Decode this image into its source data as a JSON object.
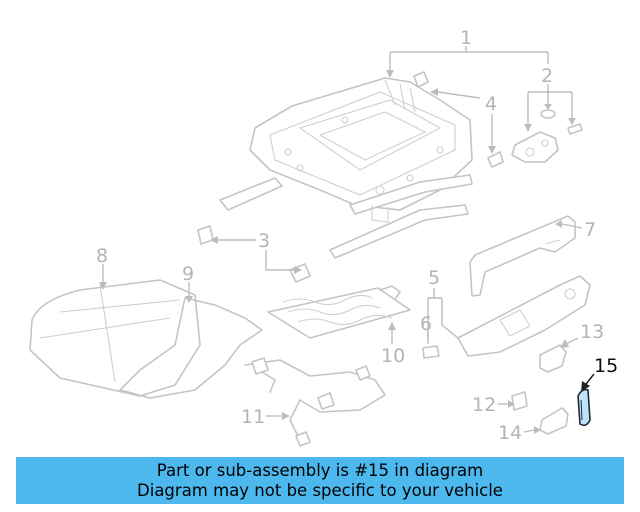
{
  "callouts": {
    "c1": "1",
    "c2": "2",
    "c3": "3",
    "c4": "4",
    "c5": "5",
    "c6": "6",
    "c7": "7",
    "c8": "8",
    "c9": "9",
    "c10": "10",
    "c11": "11",
    "c12": "12",
    "c13": "13",
    "c14": "14",
    "c15": "15"
  },
  "highlighted_part": "15",
  "colors": {
    "banner_bg": "#4cb8ee",
    "line_art": "#c4c4c4",
    "highlight_fill": "#bfe3f8"
  },
  "banner": {
    "line1": "Part or sub-assembly is #15 in diagram",
    "line2": "Diagram may not be specific to your vehicle"
  }
}
